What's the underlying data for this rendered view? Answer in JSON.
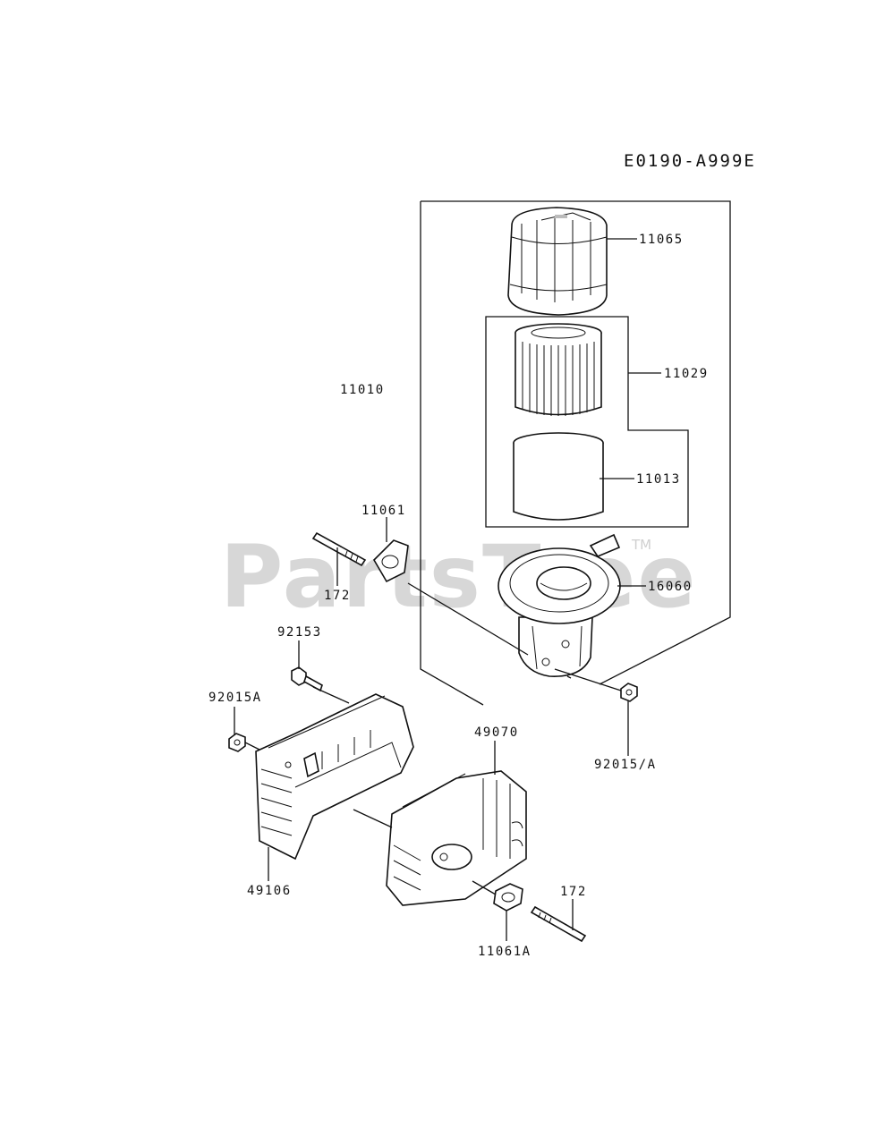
{
  "diagram": {
    "code": "E0190-A999E",
    "watermark": "PartsTree",
    "trademark": "TM",
    "labels": {
      "l11065": "11065",
      "l11029": "11029",
      "l11010": "11010",
      "l11013": "11013",
      "l11061": "11061",
      "l172a": "172",
      "l16060": "16060",
      "l92153": "92153",
      "l92015A": "92015A",
      "l49070": "49070",
      "l92015slashA": "92015/A",
      "l49106": "49106",
      "l172b": "172",
      "l11061A": "11061A"
    }
  }
}
